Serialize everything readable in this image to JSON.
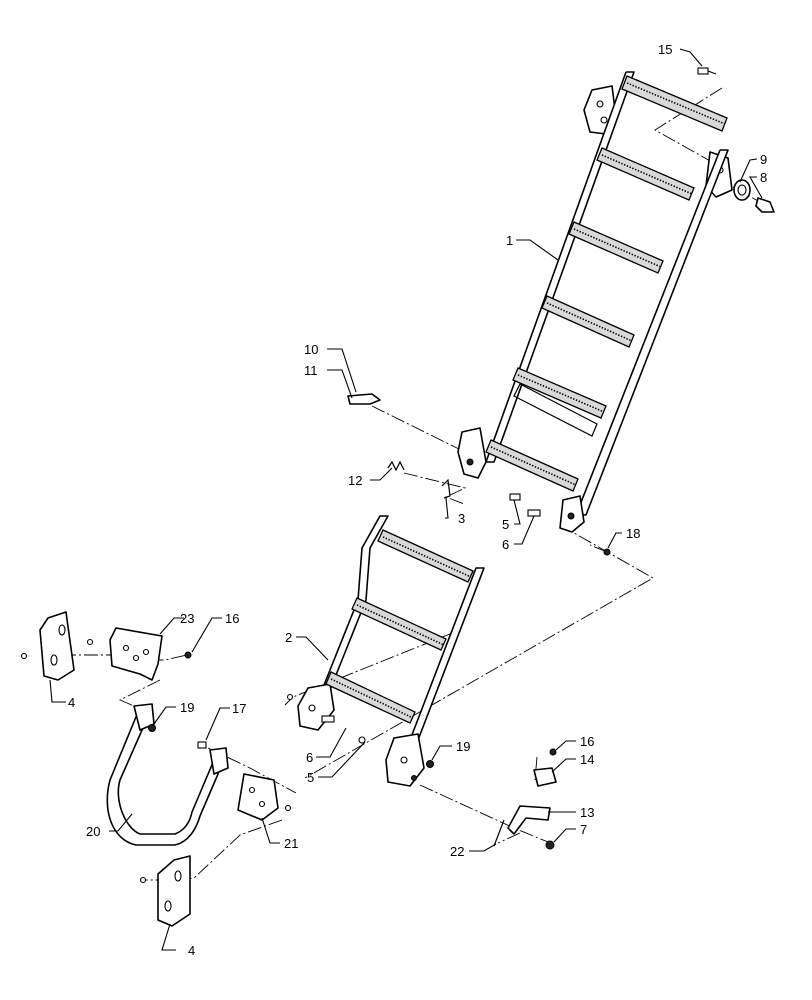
{
  "callouts": [
    "1",
    "2",
    "3",
    "4",
    "4",
    "5",
    "5",
    "6",
    "6",
    "7",
    "8",
    "9",
    "10",
    "11",
    "12",
    "13",
    "14",
    "15",
    "16",
    "16",
    "17",
    "18",
    "19",
    "19",
    "20",
    "21",
    "22",
    "23"
  ]
}
